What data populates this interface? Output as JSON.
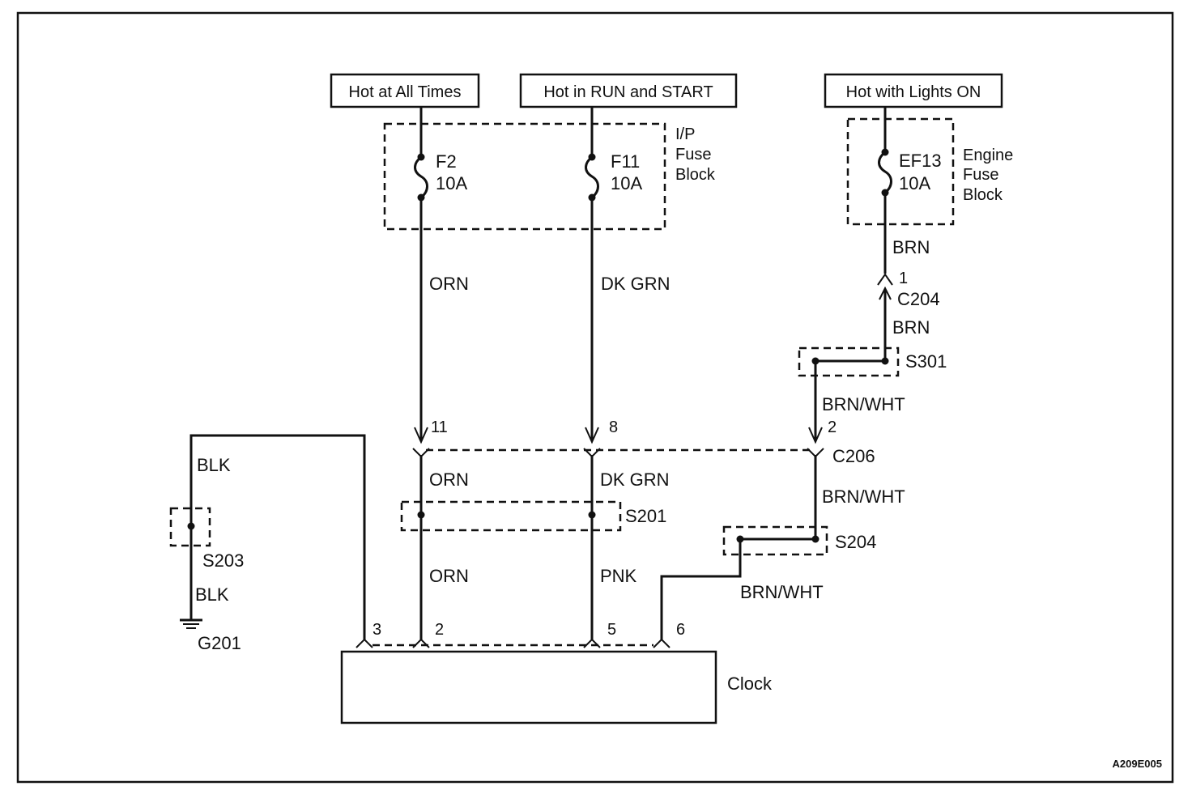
{
  "sources": {
    "hot_always": "Hot at All Times",
    "hot_run_start": "Hot in RUN and START",
    "hot_lights_on": "Hot with Lights ON"
  },
  "fuse_blocks": {
    "ip_line1": "I/P",
    "ip_line2": "Fuse",
    "ip_line3": "Block",
    "engine_line1": "Engine",
    "engine_line2": "Fuse",
    "engine_line3": "Block"
  },
  "fuses": {
    "f2_name": "F2",
    "f2_rating": "10A",
    "f11_name": "F11",
    "f11_rating": "10A",
    "ef13_name": "EF13",
    "ef13_rating": "10A"
  },
  "wire_colors": {
    "orn_upper": "ORN",
    "dkgrn_upper": "DK GRN",
    "brn_upper": "BRN",
    "brn_lower": "BRN",
    "brnwht_upper": "BRN/WHT",
    "orn_mid": "ORN",
    "dkgrn_mid": "DK GRN",
    "brnwht_mid": "BRN/WHT",
    "orn_lower": "ORN",
    "pnk_lower": "PNK",
    "brnwht_lower": "BRN/WHT",
    "blk_upper": "BLK",
    "blk_lower": "BLK"
  },
  "connectors": {
    "c204": "C204",
    "c204_pin": "1",
    "c206": "C206",
    "c206_pin_orn": "11",
    "c206_pin_dkgrn": "8",
    "c206_pin_brnwht": "2"
  },
  "splices": {
    "s301": "S301",
    "s201": "S201",
    "s204": "S204",
    "s203": "S203"
  },
  "ground": {
    "g201": "G201"
  },
  "clock": {
    "label": "Clock",
    "pin3": "3",
    "pin2": "2",
    "pin5": "5",
    "pin6": "6"
  },
  "figure_code": "A209E005"
}
